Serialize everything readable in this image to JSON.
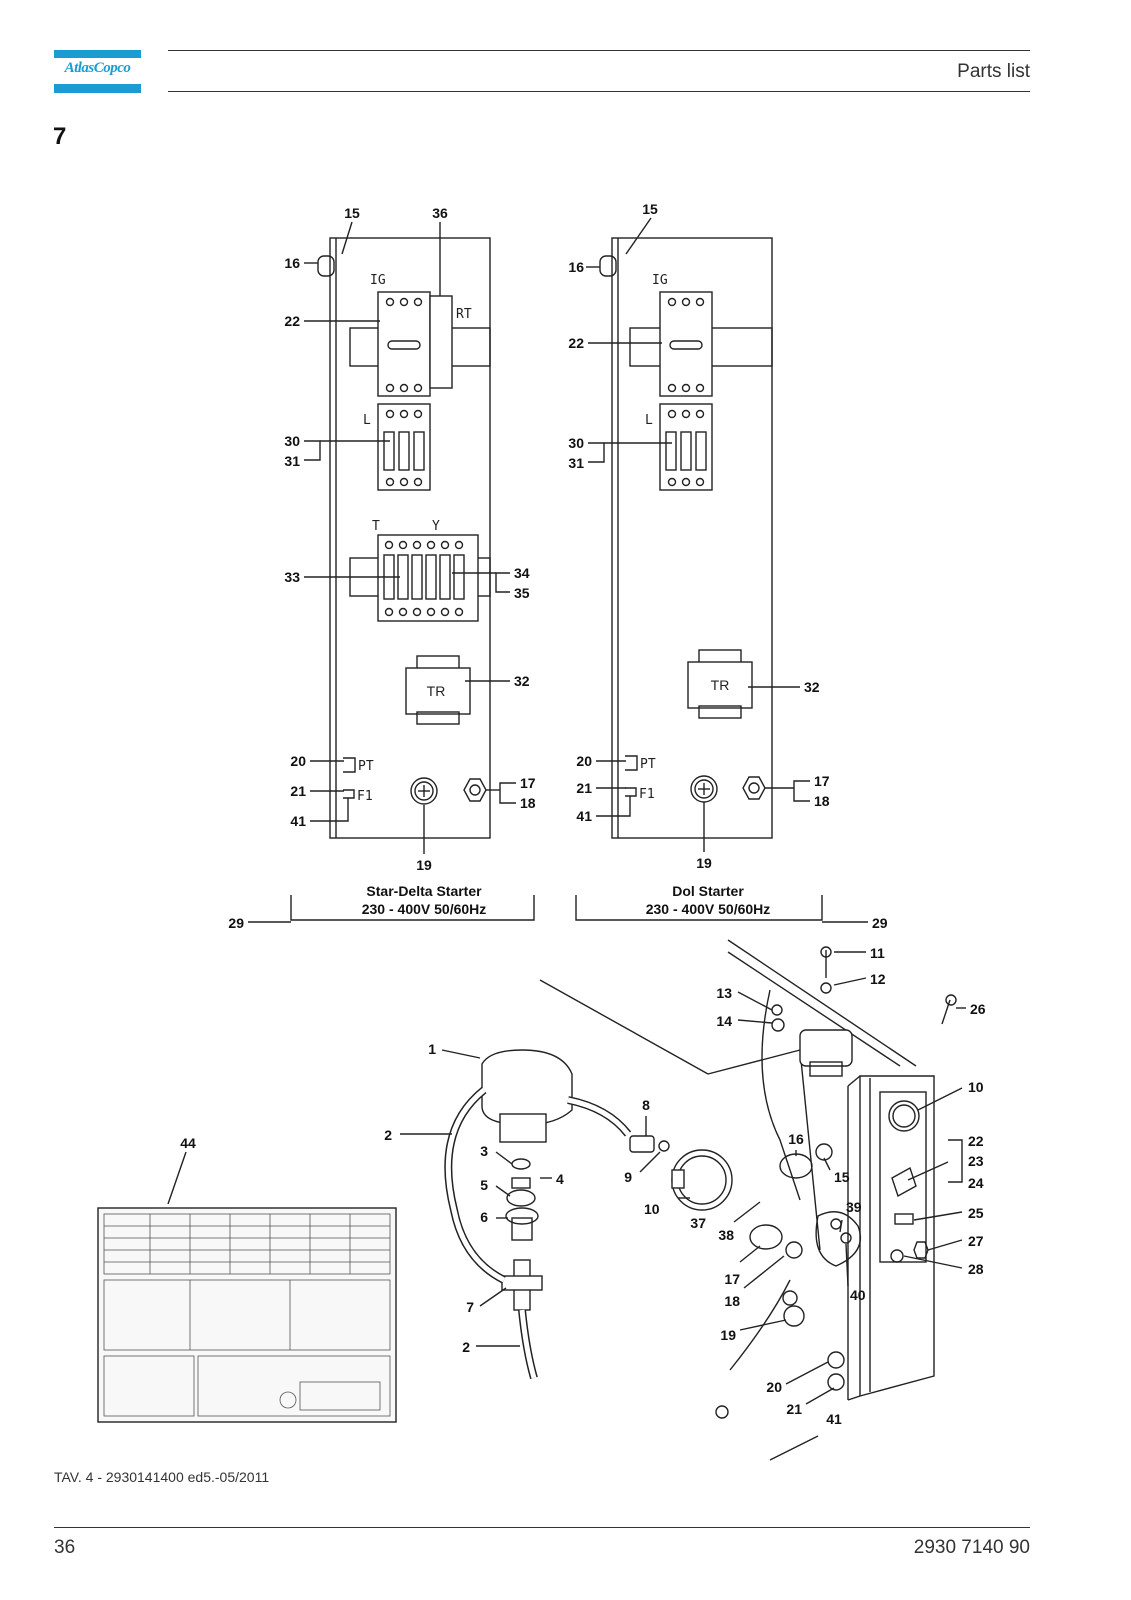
{
  "header": {
    "brand": "AtlasCopco",
    "title": "Parts list",
    "section_number": "7"
  },
  "panel_left": {
    "caption_line1": "Star-Delta Starter",
    "caption_line2": "230 - 400V 50/60Hz",
    "labels": [
      "15",
      "36",
      "16",
      "22",
      "30",
      "31",
      "33",
      "34",
      "35",
      "32",
      "20",
      "21",
      "41",
      "17",
      "18",
      "19"
    ],
    "markings": [
      "IG",
      "RT",
      "L",
      "T",
      "Y",
      "TR",
      "PT",
      "F1"
    ]
  },
  "panel_right": {
    "caption_line1": "Dol Starter",
    "caption_line2": "230 - 400V 50/60Hz",
    "labels": [
      "15",
      "16",
      "22",
      "30",
      "31",
      "32",
      "20",
      "21",
      "41",
      "17",
      "18",
      "19"
    ],
    "markings": [
      "IG",
      "L",
      "TR",
      "PT",
      "F1"
    ]
  },
  "shared_label": "29",
  "assembly_labels": [
    "1",
    "2",
    "3",
    "4",
    "5",
    "6",
    "7",
    "2",
    "8",
    "9",
    "10",
    "10",
    "11",
    "12",
    "13",
    "14",
    "16",
    "15",
    "37",
    "38",
    "39",
    "40",
    "17",
    "18",
    "19",
    "20",
    "21",
    "41",
    "22",
    "23",
    "24",
    "25",
    "27",
    "28",
    "26"
  ],
  "schematic_label": "44",
  "footer": {
    "note": "TAV. 4 - 2930141400 ed5.-05/2011",
    "page_number": "36",
    "doc_number": "2930 7140 90"
  }
}
